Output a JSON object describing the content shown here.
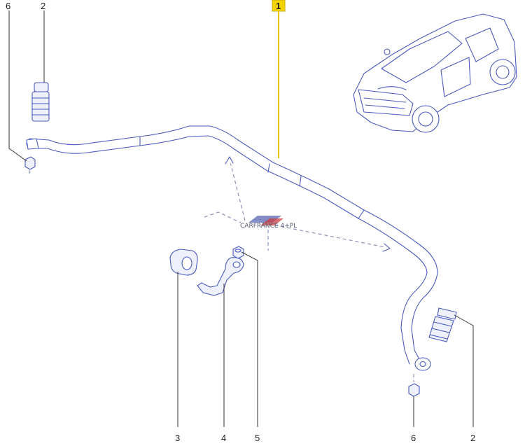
{
  "callouts": {
    "c6_left": "6",
    "c2_left": "2",
    "c1_main": "1",
    "c3": "3",
    "c4": "4",
    "c5": "5",
    "c6_right": "6",
    "c2_right": "2"
  },
  "watermark": {
    "text": "CARFRANCE 4+PL"
  },
  "colors": {
    "part_outline": "#4a5bbf",
    "highlight_box": "#f5d400",
    "highlight_line": "#e8c400"
  },
  "icons": [
    "car-icon",
    "stabilizer-bar",
    "link-rod",
    "nut",
    "bushing",
    "clamp-bracket"
  ]
}
